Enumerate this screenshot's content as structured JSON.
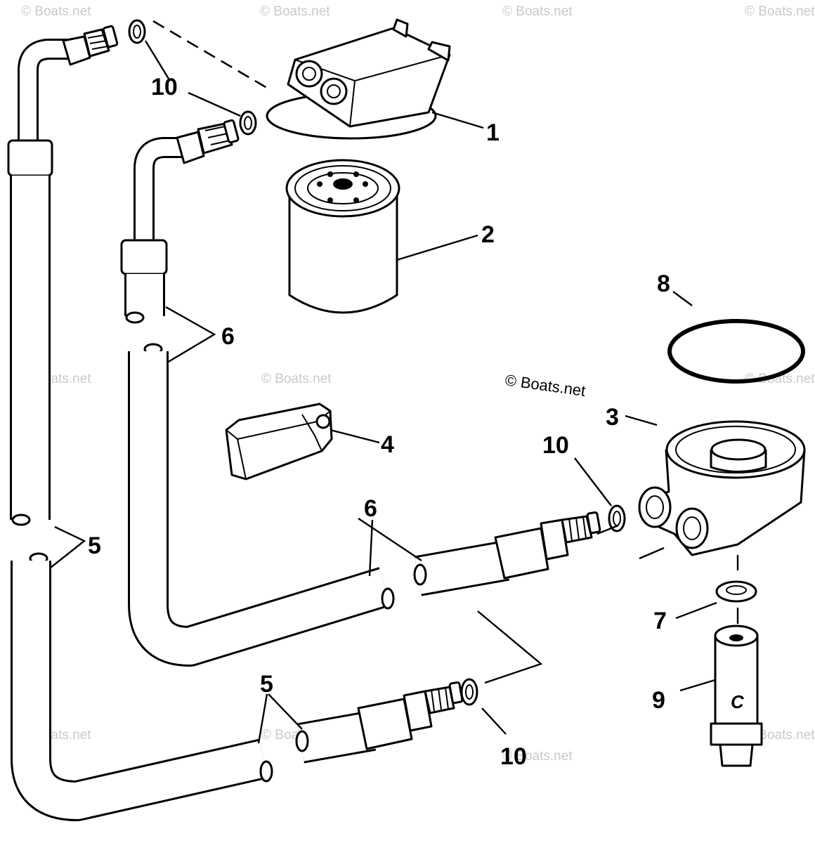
{
  "watermark": "© Boats.net",
  "callouts": {
    "c1": "1",
    "c2": "2",
    "c3": "3",
    "c4": "4",
    "c5a": "5",
    "c5b": "5",
    "c6a": "6",
    "c6b": "6",
    "c7": "7",
    "c8": "8",
    "c9": "9",
    "c10a": "10",
    "c10b": "10",
    "c10c": "10"
  },
  "sensor_mark": "C"
}
